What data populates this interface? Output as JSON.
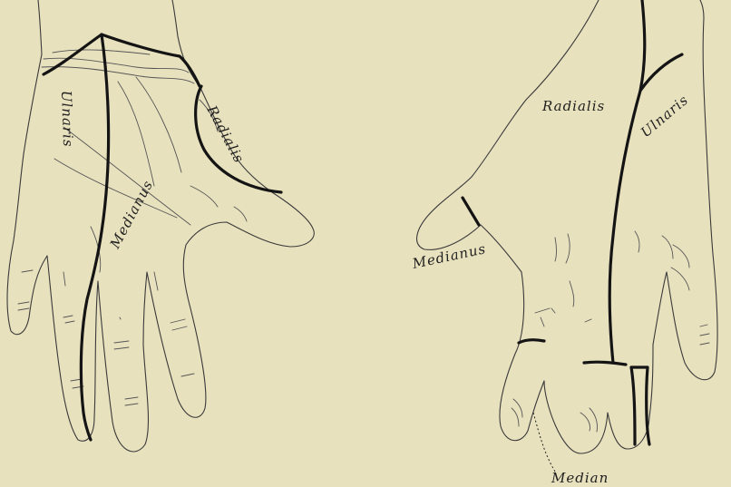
{
  "figure": {
    "palmar_hand": {
      "labels": {
        "ulnaris": "Ulnaris",
        "medianus": "Medianus",
        "radialis": "Radialis"
      }
    },
    "dorsal_hand": {
      "labels": {
        "radialis": "Radialis",
        "ulnaris": "Ulnaris",
        "medianus": "Medianus",
        "median": "Median"
      }
    },
    "colors": {
      "background": "#e8e1be",
      "ink": "#141414"
    }
  }
}
